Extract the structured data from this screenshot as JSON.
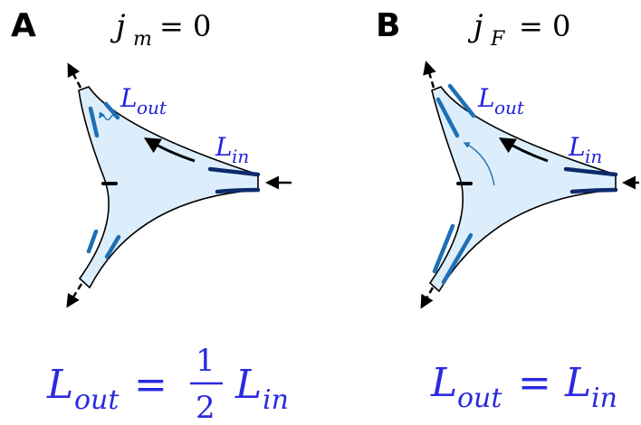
{
  "colors": {
    "fill": "#dceefb",
    "outline": "#000000",
    "light_segment": "#1f6fb5",
    "dark_segment": "#0d2a6b",
    "label": "#2222cc",
    "big_equation": "#2a2ae0",
    "flow_arrow": "#1f6fb5"
  },
  "panels": [
    {
      "letter": "A",
      "condition": {
        "var": "j",
        "sub": "m",
        "rhs": "= 0"
      },
      "label_out": {
        "var": "L",
        "sub": "out"
      },
      "label_in": {
        "var": "L",
        "sub": "in"
      },
      "equation": {
        "lhs_var": "L",
        "lhs_sub": "out",
        "eq": "=",
        "num": "1",
        "den": "2",
        "rhs_var": "L",
        "rhs_sub": "in"
      }
    },
    {
      "letter": "B",
      "condition": {
        "var": "j",
        "sub": "F",
        "rhs": "= 0"
      },
      "label_out": {
        "var": "L",
        "sub": "out"
      },
      "label_in": {
        "var": "L",
        "sub": "in"
      },
      "equation": {
        "lhs_var": "L",
        "lhs_sub": "out",
        "eq": "=",
        "rhs_var": "L",
        "rhs_sub": "in"
      }
    }
  ]
}
